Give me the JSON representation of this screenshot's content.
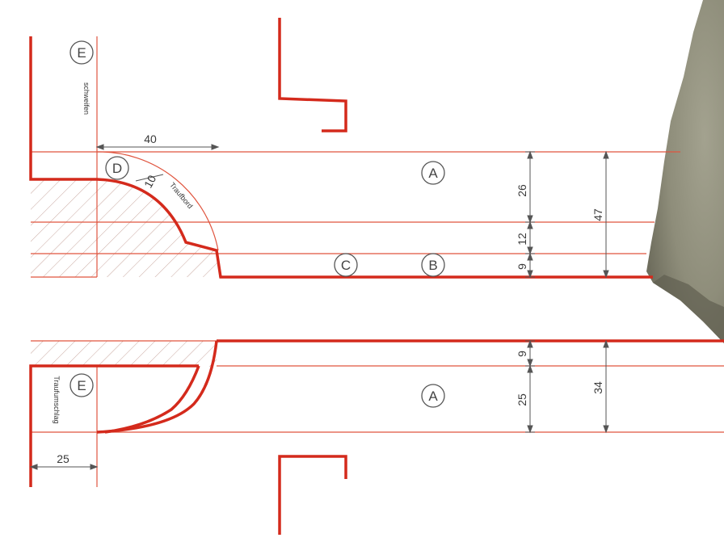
{
  "circle_labels": {
    "e_top": "E",
    "d": "D",
    "a_top": "A",
    "c": "C",
    "b": "B",
    "e_bottom": "E",
    "a_bottom": "A"
  },
  "dimensions": {
    "d40": "40",
    "d10": "10",
    "d26": "26",
    "d12": "12",
    "d9_top": "9",
    "d47": "47",
    "d9_bottom": "9",
    "d25_vertical": "25",
    "d34": "34",
    "d25_horizontal": "25"
  },
  "annotations": {
    "schweifen": "schweifen",
    "traufbord": "Traufbord",
    "traufumschlag": "Traufumschlag"
  },
  "colors": {
    "profile_red": "#d42a1c",
    "guide_red": "#e0553f",
    "dim_gray": "#555555",
    "hatch": "#c9a8a0",
    "stone": "#8f8e7c"
  }
}
